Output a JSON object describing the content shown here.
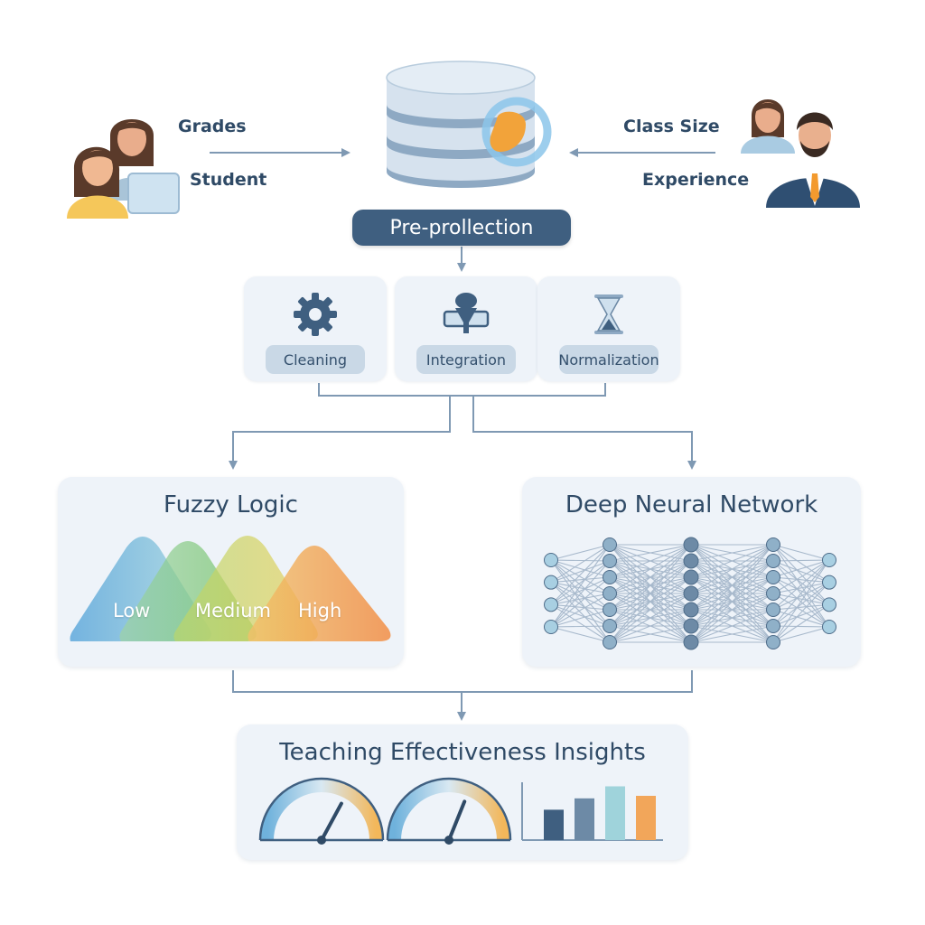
{
  "inputs": {
    "left": [
      "Grades",
      "Student"
    ],
    "right": [
      "Class Size",
      "Experience"
    ]
  },
  "preprocess": {
    "label": "Pre-prollection"
  },
  "steps": [
    {
      "label": "Cleaning",
      "icon": "gear-icon"
    },
    {
      "label": "Integration",
      "icon": "funnel-icon"
    },
    {
      "label": "Normalization",
      "icon": "hourglass-icon"
    }
  ],
  "fuzzy": {
    "title": "Fuzzy Logic",
    "sets": [
      "Low",
      "Medium",
      "High"
    ]
  },
  "dnn": {
    "title": "Deep Neural Network",
    "layers": [
      4,
      7,
      7,
      7,
      4
    ]
  },
  "insights": {
    "title": "Teaching Effectiveness Insights",
    "gauges": [
      0.62,
      0.58
    ],
    "bars": [
      0.48,
      0.66,
      0.85,
      0.7
    ]
  },
  "colors": {
    "primary": "#3f5f80",
    "connector": "#7f99b3",
    "panel": "#eef3f9",
    "orange": "#f2a65a",
    "teal": "#9fd3db",
    "blue": "#6fb2dc"
  }
}
